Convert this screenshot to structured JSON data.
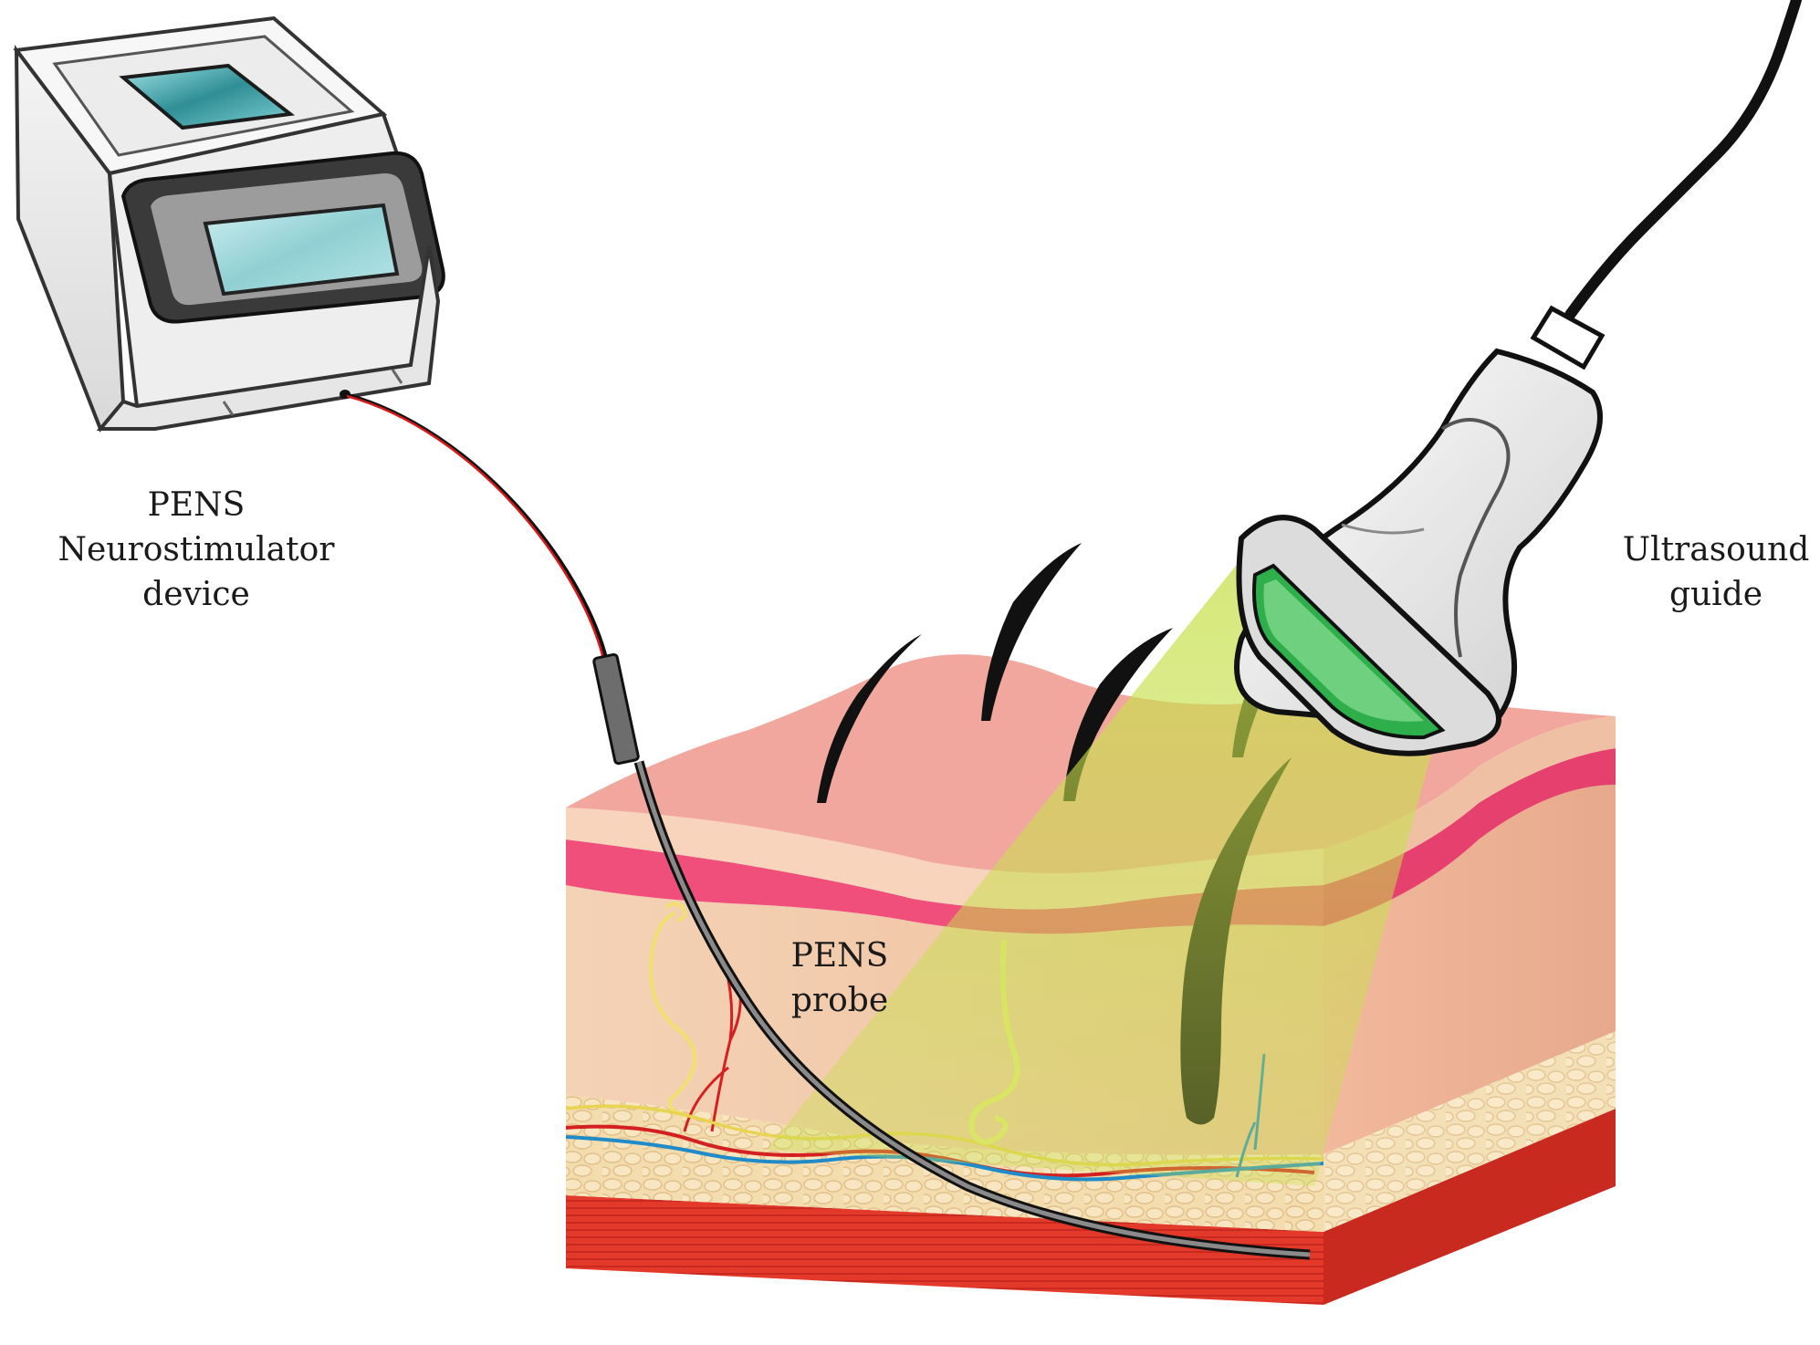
{
  "labels": {
    "device": [
      "PENS",
      "Neurostimulator",
      "device"
    ],
    "ultrasound": [
      "Ultrasound",
      "guide"
    ],
    "probe": [
      "PENS",
      "probe"
    ]
  },
  "colors": {
    "skin_surface": "#f2a79e",
    "epidermis": "#f7c9b0",
    "dermis_band": "#ef4f7a",
    "dermis": "#f3c6a6",
    "fat": "#f1d7a8",
    "muscle": "#e5392c",
    "hair": "#111111",
    "beam": "#c8e24a",
    "probe_needle": "#555555",
    "lead_wire": "#d41a1a",
    "nerve_yellow": "#f0e070",
    "vein_blue": "#1f8bc8",
    "screen": "#7fc9cf",
    "transducer_face": "#2fae4c"
  },
  "icons": {
    "neurostimulator": "neurostimulator-device-icon",
    "ultrasound": "ultrasound-transducer-icon",
    "skin": "skin-cross-section-icon",
    "needle": "pens-needle-icon"
  }
}
